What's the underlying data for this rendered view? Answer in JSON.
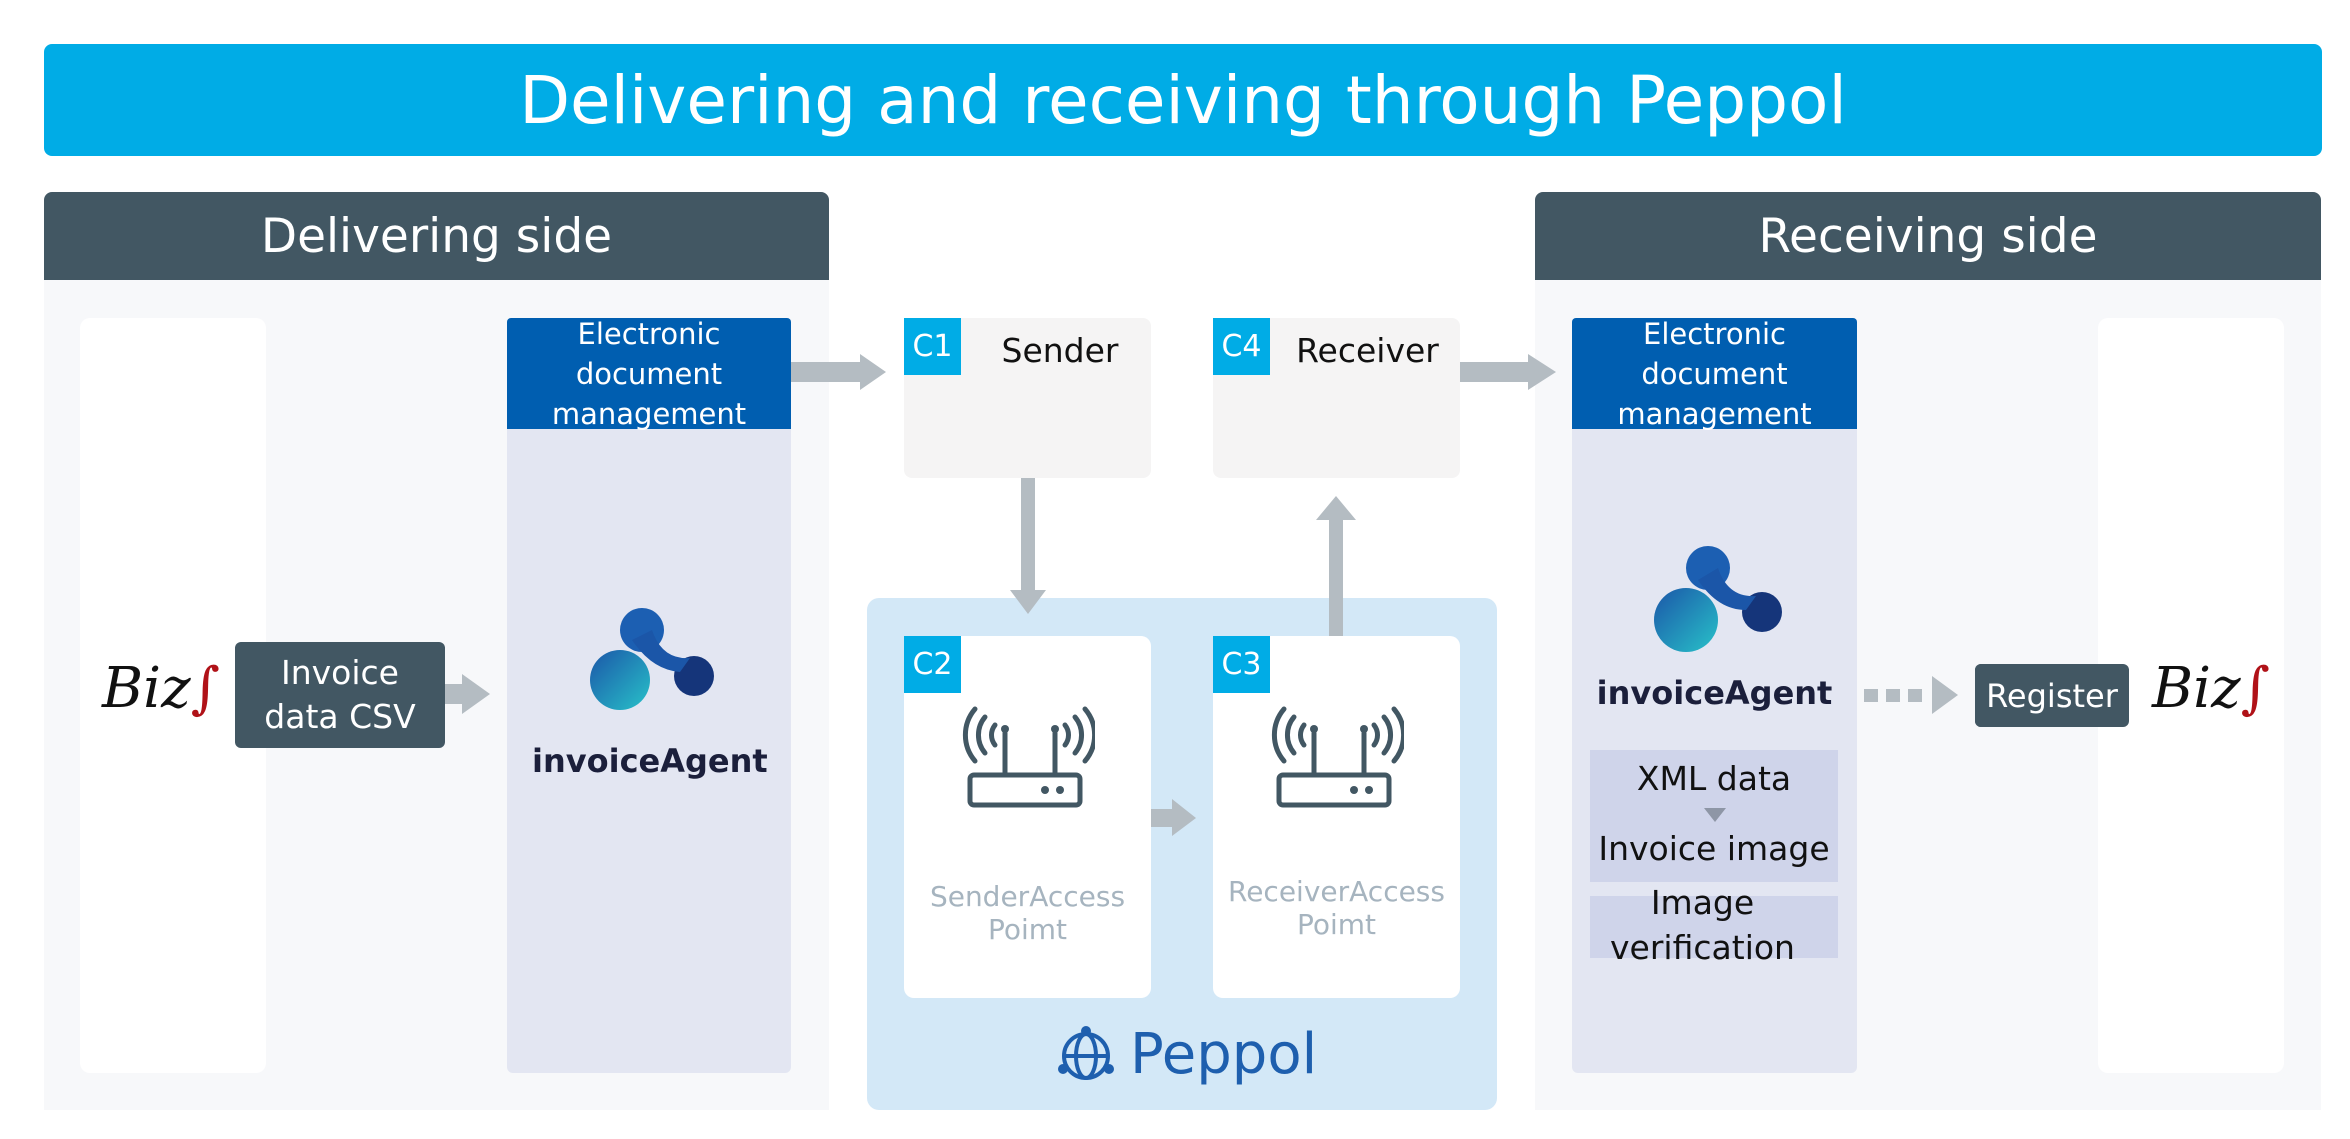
{
  "title": "Delivering and receiving through Peppol",
  "delivering": {
    "heading": "Delivering side",
    "biz_logo": {
      "text": "Biz",
      "mark": "∫"
    },
    "invoice_data_label": "Invoice data CSV",
    "edm_label": "Electronic document management",
    "invoice_agent": "invoiceAgent"
  },
  "network": {
    "c1": {
      "badge": "C1",
      "label": "Sender"
    },
    "c4": {
      "badge": "C4",
      "label": "Receiver"
    },
    "c2": {
      "badge": "C2",
      "label": "SenderAccess Poimt"
    },
    "c3": {
      "badge": "C3",
      "label": "ReceiverAccess Poimt"
    },
    "peppol_logo": "Peppol"
  },
  "receiving": {
    "heading": "Receiving side",
    "edm_label": "Electronic document management",
    "invoice_agent": "invoiceAgent",
    "xml_data": "XML data",
    "invoice_image": "Invoice image",
    "image_verification": "Image verification",
    "register_label": "Register",
    "biz_logo": {
      "text": "Biz",
      "mark": "∫"
    }
  },
  "colors": {
    "title_bar": "#00ace6",
    "side_header": "#425763",
    "edm_blue": "#005eb0",
    "peppol_area": "#d3e8f7",
    "arrow_grey": "#b4bcc2"
  }
}
